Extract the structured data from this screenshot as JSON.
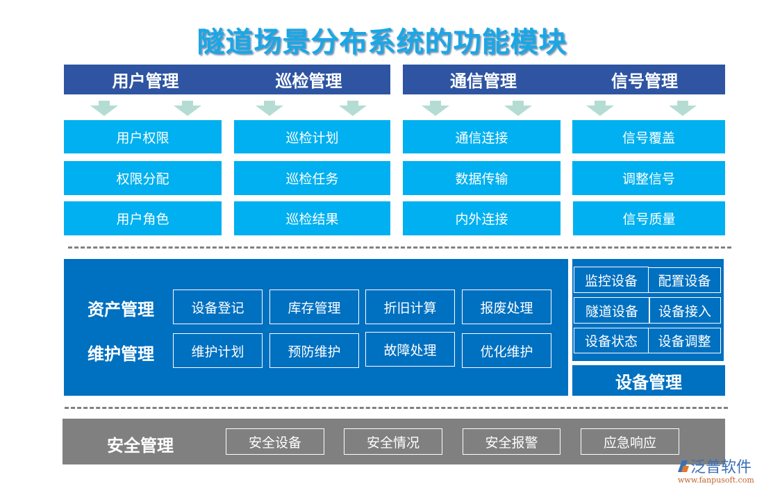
{
  "title": "隧道场景分布系统的功能模块",
  "colors": {
    "title": "#1aa7e6",
    "header_bar": "#2e54a2",
    "sub_cell": "#00b0f0",
    "arrow": "#b4dcd2",
    "panel_blue": "#0070c0",
    "panel_gray": "#808080",
    "divider": "#808080"
  },
  "top_section": {
    "columns": [
      {
        "header": "用户管理",
        "items": [
          "用户权限",
          "权限分配",
          "用户角色"
        ]
      },
      {
        "header": "巡检管理",
        "items": [
          "巡检计划",
          "巡检任务",
          "巡检结果"
        ]
      },
      {
        "header": "通信管理",
        "items": [
          "通信连接",
          "数据传输",
          "内外连接"
        ]
      },
      {
        "header": "信号管理",
        "items": [
          "信号覆盖",
          "调整信号",
          "信号质量"
        ]
      }
    ]
  },
  "middle_section": {
    "rows": [
      {
        "label": "资产管理",
        "items": [
          "设备登记",
          "库存管理",
          "折旧计算",
          "报废处理"
        ]
      },
      {
        "label": "维护管理",
        "items": [
          "维护计划",
          "预防维护",
          "故障处理",
          "优化维护"
        ]
      }
    ],
    "device_panel": {
      "label": "设备管理",
      "items": [
        "监控设备",
        "配置设备",
        "隧道设备",
        "设备接入",
        "设备状态",
        "设备调整"
      ]
    }
  },
  "bottom_section": {
    "label": "安全管理",
    "items": [
      "安全设备",
      "安全情况",
      "安全报警",
      "应急响应"
    ]
  },
  "watermark": {
    "brand": "泛普软件",
    "url": "www.fanpusoft.com"
  }
}
